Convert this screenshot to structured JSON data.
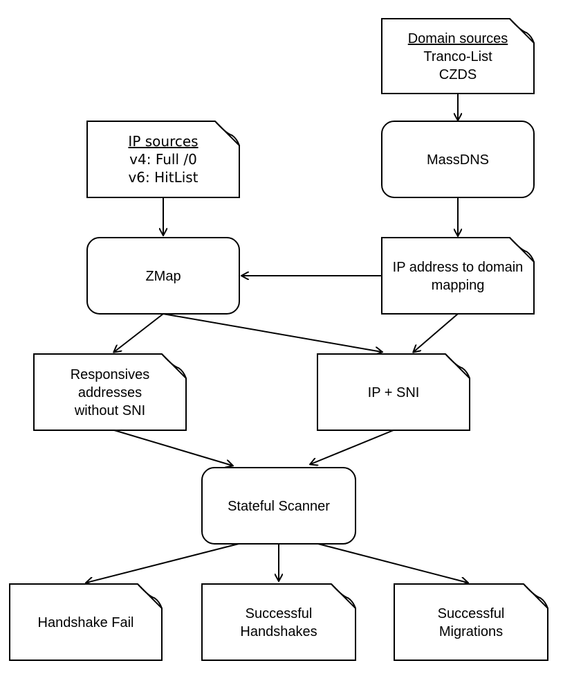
{
  "diagram": {
    "nodes": [
      {
        "id": "domain-sources",
        "shape": "note",
        "title": "Domain sources",
        "lines": [
          "Tranco-List",
          "CZDS"
        ]
      },
      {
        "id": "massdns",
        "shape": "rounded",
        "lines": [
          "MassDNS"
        ]
      },
      {
        "id": "ip-sources",
        "shape": "note",
        "title": "IP sources",
        "lines": [
          "v4: Full /0",
          "v6: HitList"
        ]
      },
      {
        "id": "zmap",
        "shape": "rounded",
        "lines": [
          "ZMap"
        ]
      },
      {
        "id": "ip-domain-mapping",
        "shape": "note",
        "lines": [
          "IP address to domain",
          "mapping"
        ]
      },
      {
        "id": "responsive-addresses",
        "shape": "note",
        "lines": [
          "Responsives",
          "addresses",
          "without SNI"
        ]
      },
      {
        "id": "ip-sni",
        "shape": "note",
        "lines": [
          "IP + SNI"
        ]
      },
      {
        "id": "stateful-scanner",
        "shape": "rounded",
        "lines": [
          "Stateful Scanner"
        ]
      },
      {
        "id": "handshake-fail",
        "shape": "note",
        "lines": [
          "Handshake Fail"
        ]
      },
      {
        "id": "successful-handshakes",
        "shape": "note",
        "lines": [
          "Successful",
          "Handshakes"
        ]
      },
      {
        "id": "successful-migrations",
        "shape": "note",
        "lines": [
          "Successful",
          "Migrations"
        ]
      }
    ],
    "edges": [
      {
        "from": "domain-sources",
        "to": "massdns"
      },
      {
        "from": "ip-sources",
        "to": "zmap"
      },
      {
        "from": "massdns",
        "to": "ip-domain-mapping"
      },
      {
        "from": "ip-domain-mapping",
        "to": "zmap"
      },
      {
        "from": "zmap",
        "to": "responsive-addresses"
      },
      {
        "from": "zmap",
        "to": "ip-sni"
      },
      {
        "from": "ip-domain-mapping",
        "to": "ip-sni"
      },
      {
        "from": "responsive-addresses",
        "to": "stateful-scanner"
      },
      {
        "from": "ip-sni",
        "to": "stateful-scanner"
      },
      {
        "from": "stateful-scanner",
        "to": "handshake-fail"
      },
      {
        "from": "stateful-scanner",
        "to": "successful-handshakes"
      },
      {
        "from": "stateful-scanner",
        "to": "successful-migrations"
      }
    ]
  }
}
